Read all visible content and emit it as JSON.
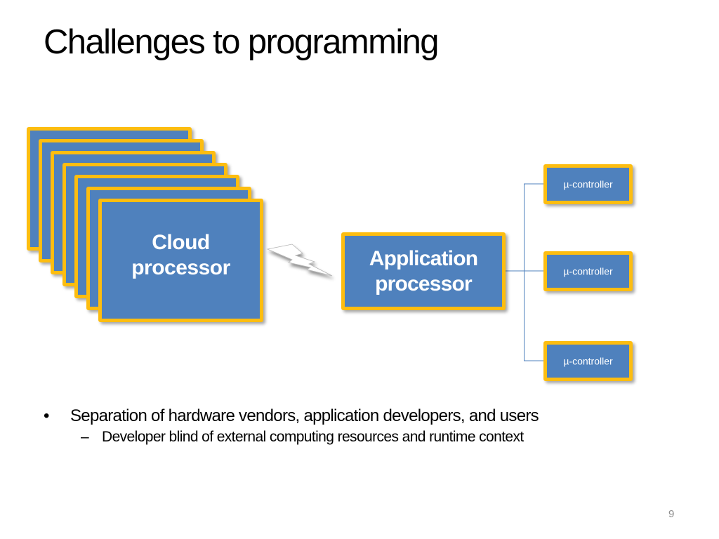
{
  "slide": {
    "title": "Challenges to programming",
    "page_number": "9"
  },
  "diagram": {
    "cloud": {
      "label_line1": "Cloud",
      "label_line2": "processor",
      "stack_count": 7
    },
    "link_icon": "lightning-bolt-icon",
    "application": {
      "label_line1": "Application",
      "label_line2": "processor"
    },
    "controllers": [
      {
        "label": "µ-controller"
      },
      {
        "label": "µ-controller"
      },
      {
        "label": "µ-controller"
      }
    ],
    "colors": {
      "box_fill": "#4f81bd",
      "box_border": "#fdbd10",
      "connector": "#4f81bd"
    }
  },
  "bullets": [
    {
      "marker": "•",
      "text": "Separation of hardware vendors, application developers, and users",
      "children": [
        {
          "marker": "–",
          "text": "Developer blind of external computing resources and runtime context"
        }
      ]
    }
  ]
}
